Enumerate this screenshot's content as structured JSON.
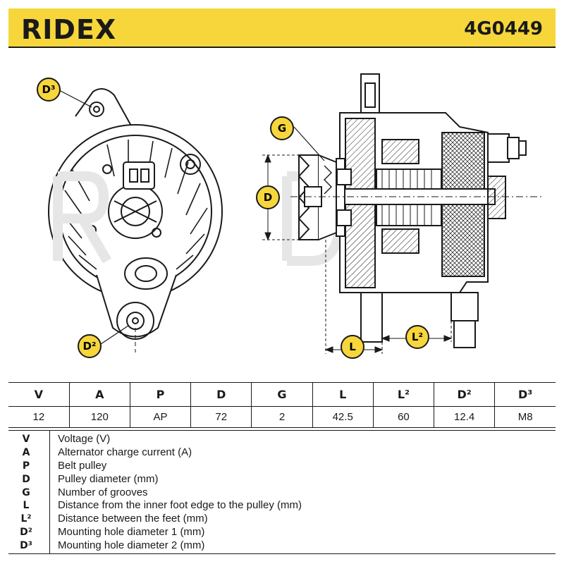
{
  "header": {
    "brand": "RIDEX",
    "part_number": "4G0449",
    "background_color": "#f6d63b"
  },
  "diagram": {
    "callouts": [
      "D³",
      "G",
      "D",
      "D²",
      "L",
      "L²"
    ],
    "badge_color": "#f6d63b"
  },
  "spec_table": {
    "headers": [
      "V",
      "A",
      "P",
      "D",
      "G",
      "L",
      "L²",
      "D²",
      "D³"
    ],
    "values": [
      "12",
      "120",
      "AP",
      "72",
      "2",
      "42.5",
      "60",
      "12.4",
      "M8"
    ]
  },
  "legend": [
    {
      "symbol": "V",
      "description": "Voltage (V)"
    },
    {
      "symbol": "A",
      "description": "Alternator charge current (A)"
    },
    {
      "symbol": "P",
      "description": "Belt pulley"
    },
    {
      "symbol": "D",
      "description": "Pulley diameter (mm)"
    },
    {
      "symbol": "G",
      "description": "Number of grooves"
    },
    {
      "symbol": "L",
      "description": "Distance from the inner foot edge to the pulley (mm)"
    },
    {
      "symbol": "L²",
      "description": "Distance between the feet (mm)"
    },
    {
      "symbol": "D²",
      "description": "Mounting hole diameter 1 (mm)"
    },
    {
      "symbol": "D³",
      "description": "Mounting hole diameter 2 (mm)"
    }
  ]
}
